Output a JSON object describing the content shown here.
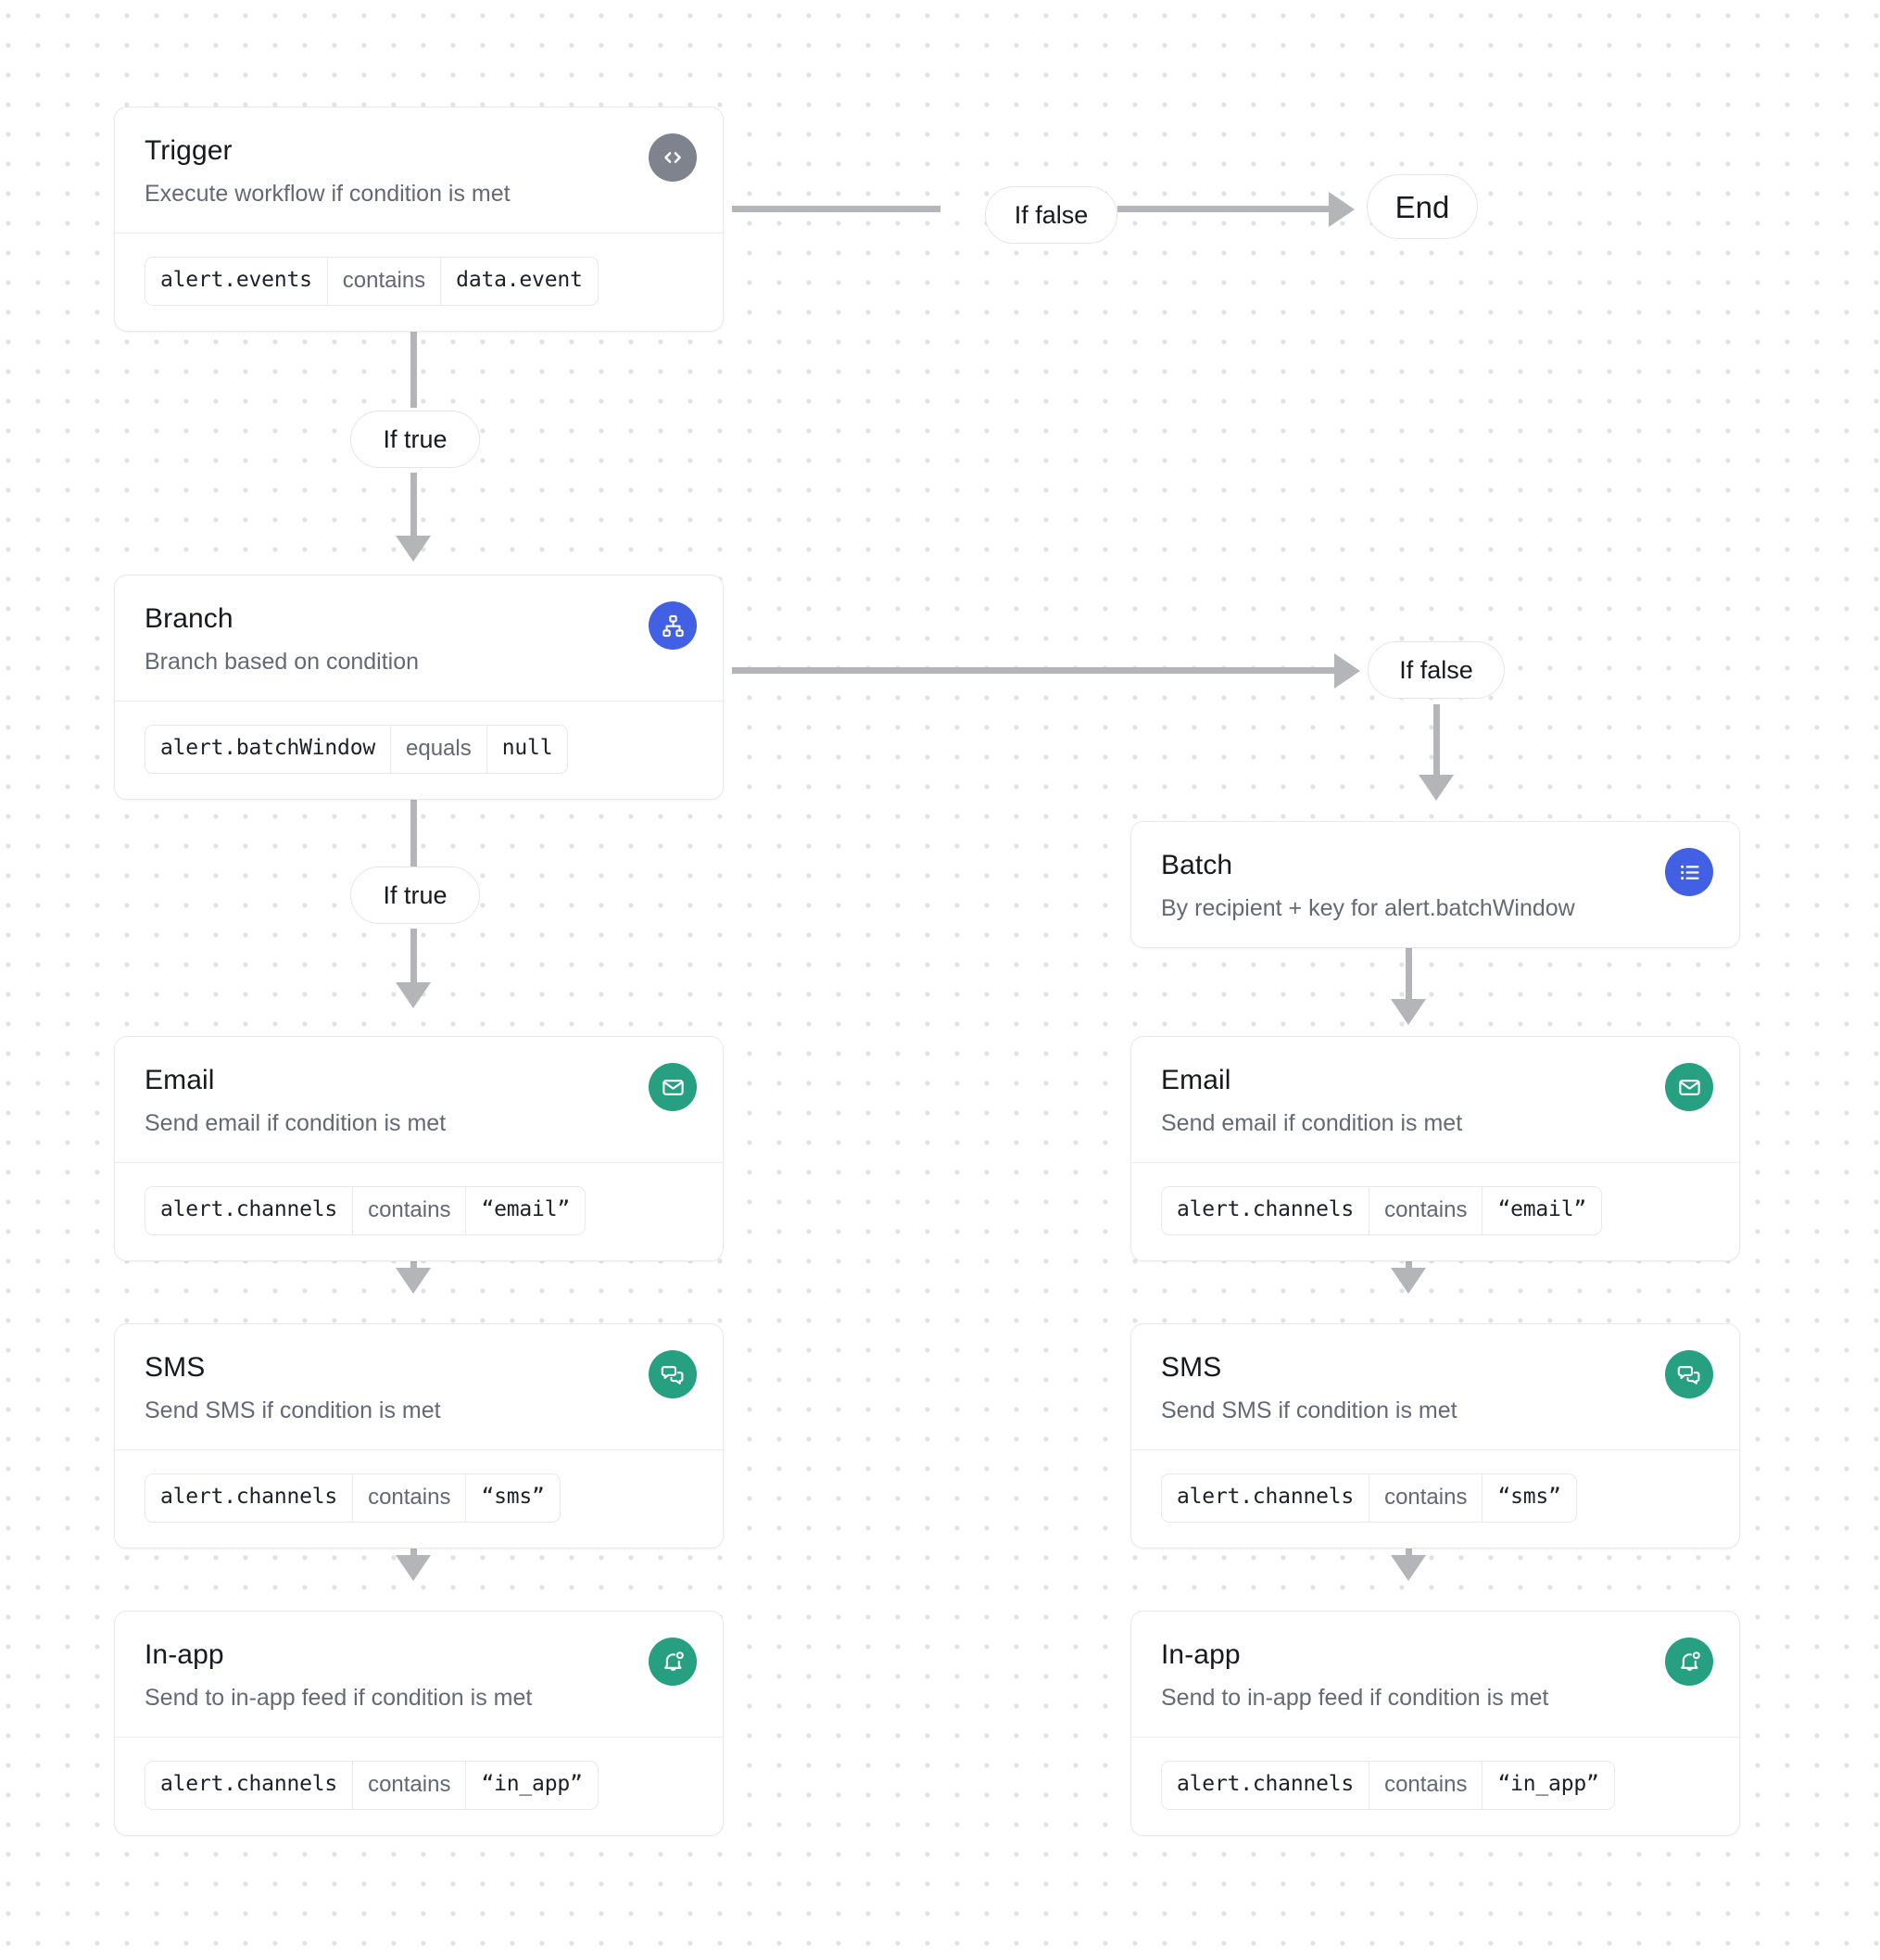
{
  "canvas": {
    "background": "#ffffff",
    "dot_color": "#e2e3e5",
    "connector_color": "#b4b5b8"
  },
  "colors": {
    "icon_gray": "#7e838d",
    "icon_blue": "#4260e3",
    "icon_green": "#27a082",
    "card_border": "#e8e9ec",
    "title": "#17191d",
    "subtitle": "#636a75"
  },
  "nodes": {
    "trigger": {
      "title": "Trigger",
      "subtitle": "Execute workflow if condition is met",
      "icon": "code-icon",
      "icon_color": "#7e838d",
      "condition": {
        "field": "alert.events",
        "operator": "contains",
        "value": "data.event"
      }
    },
    "branch": {
      "title": "Branch",
      "subtitle": "Branch based on condition",
      "icon": "hierarchy-icon",
      "icon_color": "#4260e3",
      "condition": {
        "field": "alert.batchWindow",
        "operator": "equals",
        "value": "null"
      }
    },
    "batch": {
      "title": "Batch",
      "subtitle": "By recipient + key for alert.batchWindow",
      "icon": "list-icon",
      "icon_color": "#4260e3"
    },
    "email_left": {
      "title": "Email",
      "subtitle": "Send email if condition is met",
      "icon": "envelope-icon",
      "icon_color": "#27a082",
      "condition": {
        "field": "alert.channels",
        "operator": "contains",
        "value": "“email”"
      }
    },
    "sms_left": {
      "title": "SMS",
      "subtitle": "Send SMS if condition is met",
      "icon": "chat-bubbles-icon",
      "icon_color": "#27a082",
      "condition": {
        "field": "alert.channels",
        "operator": "contains",
        "value": "“sms”"
      }
    },
    "inapp_left": {
      "title": "In-app",
      "subtitle": "Send to in-app feed if condition is met",
      "icon": "bell-icon",
      "icon_color": "#27a082",
      "condition": {
        "field": "alert.channels",
        "operator": "contains",
        "value": "“in_app”"
      }
    },
    "email_right": {
      "title": "Email",
      "subtitle": "Send email if condition is met",
      "icon": "envelope-icon",
      "icon_color": "#27a082",
      "condition": {
        "field": "alert.channels",
        "operator": "contains",
        "value": "“email”"
      }
    },
    "sms_right": {
      "title": "SMS",
      "subtitle": "Send SMS if condition is met",
      "icon": "chat-bubbles-icon",
      "icon_color": "#27a082",
      "condition": {
        "field": "alert.channels",
        "operator": "contains",
        "value": "“sms”"
      }
    },
    "inapp_right": {
      "title": "In-app",
      "subtitle": "Send to in-app feed if condition is met",
      "icon": "bell-icon",
      "icon_color": "#27a082",
      "condition": {
        "field": "alert.channels",
        "operator": "contains",
        "value": "“in_app”"
      }
    }
  },
  "edges": {
    "trigger_false_label": "If false",
    "trigger_true_label": "If true",
    "branch_false_label": "If false",
    "branch_true_label": "If true",
    "end_label": "End"
  }
}
